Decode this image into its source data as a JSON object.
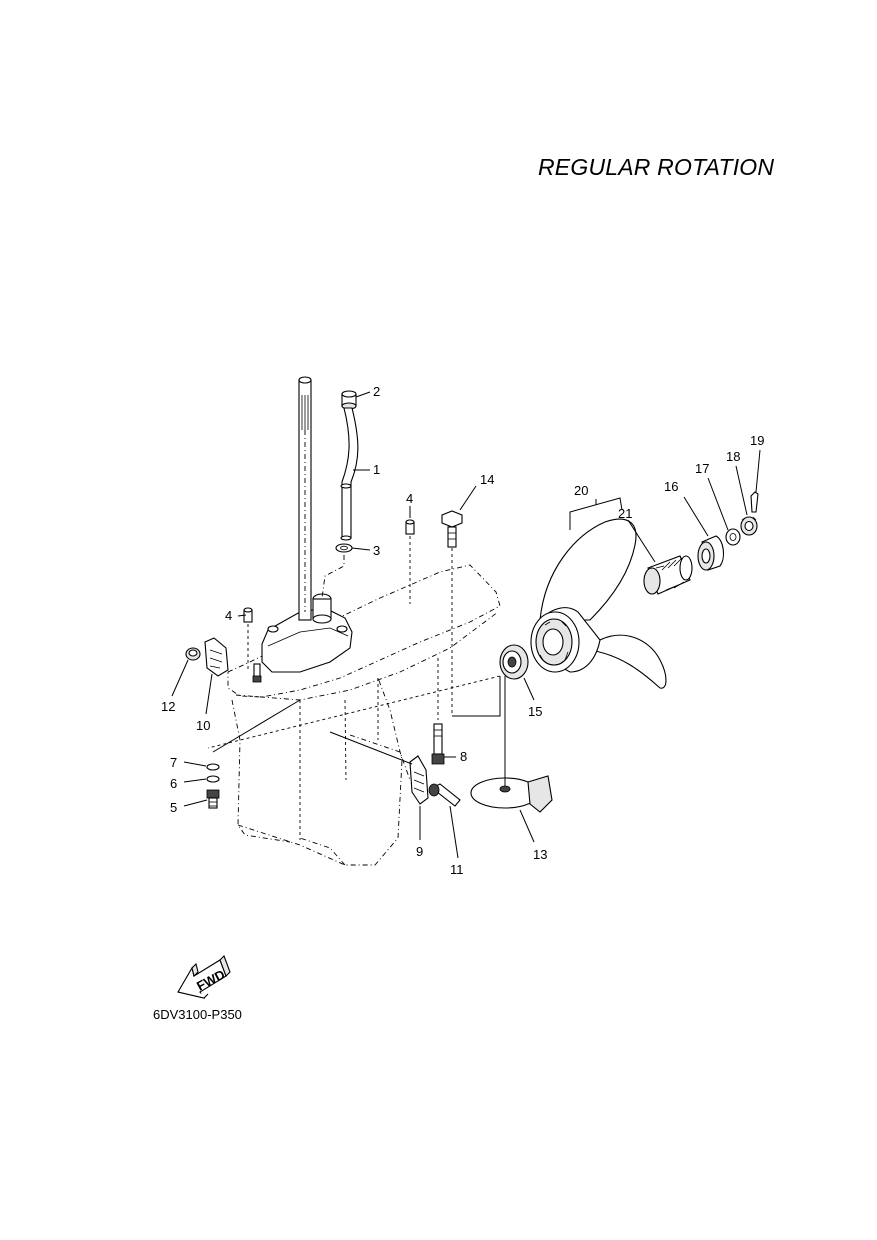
{
  "title": "REGULAR ROTATION",
  "diagram_code": "6DV3100-P350",
  "fwd_label": "FWD",
  "callouts": {
    "c1": "1",
    "c2": "2",
    "c3": "3",
    "c4a": "4",
    "c4b": "4",
    "c5": "5",
    "c6": "6",
    "c7": "7",
    "c8": "8",
    "c9": "9",
    "c10": "10",
    "c11": "11",
    "c12": "12",
    "c13": "13",
    "c14": "14",
    "c15": "15",
    "c16": "16",
    "c17": "17",
    "c18": "18",
    "c19": "19",
    "c20": "20",
    "c21": "21"
  }
}
